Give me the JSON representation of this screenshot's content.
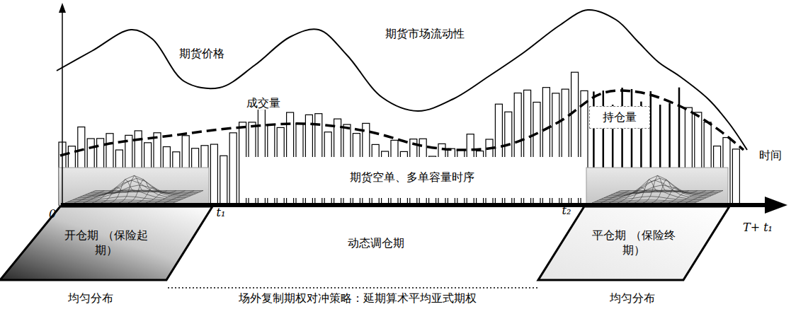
{
  "diagram": {
    "nodes": [
      {
        "text": [
          "开仓期 （保险起期）"
        ]
      },
      {
        "text": [
          "动态调仓期"
        ]
      },
      {
        "text": [
          "平仓期 （保险终期）"
        ]
      },
      {
        "text": [
          "期货空单、多单容量时序"
        ]
      },
      {
        "text": [
          "持仓量"
        ]
      }
    ],
    "labels": [
      "期货价格",
      "期货市场流动性",
      "成交量",
      "时间",
      "0",
      "t₁",
      "t₂",
      "T+ t₁",
      "均匀分布",
      "场外复制期权对冲策略：延期算术平均亚式期权",
      "均匀分布"
    ]
  }
}
